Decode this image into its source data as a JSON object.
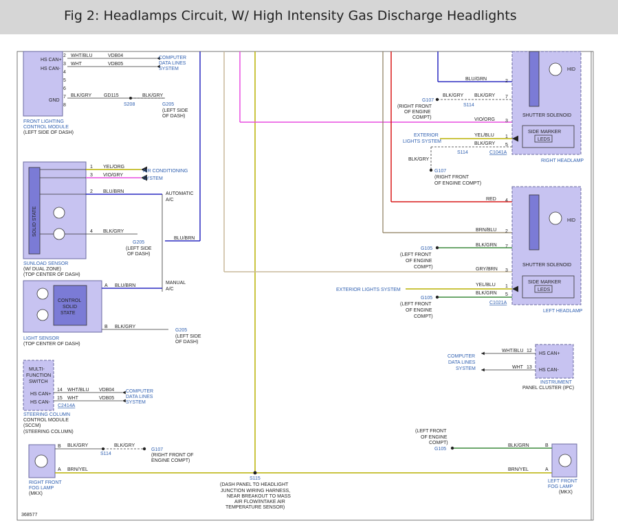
{
  "header": {
    "title": "Fig 2: Headlamps Circuit, W/ High Intensity Gas Discharge Headlights"
  },
  "diagram_id": "368577",
  "colors": {
    "yellow": "#b8b000",
    "pink": "#e84ce0",
    "red": "#d81818",
    "blue": "#2828c0",
    "tan": "#c9b99a",
    "green": "#3c8a3c",
    "module_fill": "#c7c3f1",
    "module_border": "#6a6aa0"
  },
  "flcm": {
    "pins": [
      "WHT/BLU",
      "WHT",
      "BLK/GRY"
    ],
    "pinnums": [
      "2",
      "3",
      "4",
      "5",
      "6",
      "7",
      "8"
    ],
    "vdb04": "VDB04",
    "vdb05": "VDB05",
    "gd115": "GD115",
    "hscanp": "HS CAN+",
    "hscanm": "HS CAN-",
    "gnd": "GND",
    "dest": [
      "COMPUTER",
      "DATA LINES",
      "SYSTEM"
    ],
    "s208": "S208",
    "g205": "G205",
    "g205_loc": [
      "(LEFT SIDE",
      "OF DASH)"
    ],
    "label": [
      "FRONT LIGHTING",
      "CONTROL MODULE",
      "(LEFT SIDE OF DASH)"
    ]
  },
  "sunload": {
    "wires": [
      "YEL/ORG",
      "VIO/GRY",
      "BLU/BRN",
      "BLK/GRY"
    ],
    "pinnums": [
      "1",
      "3",
      "2",
      "4"
    ],
    "ac": "AIR CONDITIONING",
    "system": "SYSTEM",
    "solid": "SOLID STATE",
    "g205": "G205",
    "g205_loc": [
      "(LEFT SIDE",
      "OF DASH)"
    ],
    "label": [
      "SUNLOAD SENSOR",
      "(W/ DUAL ZONE)",
      "(TOP CENTER OF DASH)"
    ]
  },
  "auto_ac": [
    "AUTOMATIC",
    "A/C"
  ],
  "manual_ac": [
    "MANUAL",
    "A/C"
  ],
  "blu_brn": "BLU/BRN",
  "light_sensor": {
    "pin_a": "A",
    "pin_b": "B",
    "wire_a": "BLU/BRN",
    "wire_b": "BLK/GRY",
    "ctrl": [
      "CONTROL",
      "SOLID",
      "STATE"
    ],
    "g205": "G205",
    "g205_loc": [
      "(LEFT SIDE",
      "OF DASH)"
    ],
    "label": [
      "LIGHT SENSOR",
      "(TOP CENTER OF DASH)"
    ]
  },
  "sccm": {
    "switch": [
      "MULTI-",
      "FUNCTION",
      "SWITCH"
    ],
    "pins": [
      "14",
      "15"
    ],
    "wires": [
      "WHT/BLU",
      "WHT"
    ],
    "vdb04": "VDB04",
    "vdb05": "VDB05",
    "hscanp": "HS CAN+",
    "hscanm": "HS CAN-",
    "conn": "C2414A",
    "dest": [
      "COMPUTER",
      "DATA LINES",
      "SYSTEM"
    ],
    "label": [
      "STEERING COLUMN",
      "CONTROL MODULE",
      "(SCCM)",
      "(STEERING COLUMN)"
    ]
  },
  "rhf": {
    "wires": [
      "BLU/GRN",
      "BLK/GRY",
      "VIO/ORG",
      "YEL/BLU",
      "BLK/GRY"
    ],
    "pins": [
      "2",
      "7",
      "3",
      "1",
      "5"
    ],
    "g107": "G107",
    "g107_loc": [
      "(RIGHT FRONT",
      "OF ENGINE",
      "COMPT)"
    ],
    "s114": "S114",
    "blkgry": "BLK/GRY",
    "ext": [
      "EXTERIOR",
      "LIGHTS SYSTEM"
    ],
    "s114b": "S114",
    "blkgry2": "BLK/GRY",
    "g107b": "G107",
    "g107b_loc": [
      "(RIGHT FRONT",
      "OF ENGINE COMPT)"
    ],
    "hid": "HID",
    "shutter": "SHUTTER SOLENOID",
    "side_marker": "SIDE MARKER",
    "leds": "LEDS",
    "conn": "C1041A",
    "label": "RIGHT HEADLAMP"
  },
  "lhf": {
    "wires": [
      "RED",
      "BRN/BLU",
      "BLK/GRN",
      "GRY/BRN",
      "YEL/BLU",
      "BLK/GRN"
    ],
    "pins": [
      "4",
      "2",
      "7",
      "3",
      "1",
      "5"
    ],
    "g105": "G105",
    "g105_loc": [
      "(LEFT FRONT",
      "OF ENGINE",
      "COMPT)"
    ],
    "ext": "EXTERIOR LIGHTS SYSTEM",
    "g105b": "G105",
    "g105b_loc": [
      "(LEFT FRONT",
      "OF ENGINE",
      "COMPT)"
    ],
    "hid": "HID",
    "shutter": "SHUTTER SOLENOID",
    "side_marker": "SIDE MARKER",
    "leds": "LEDS",
    "conn": "C1021A",
    "label": "LEFT HEADLAMP"
  },
  "ipc": {
    "wires": [
      "WHT/BLU",
      "WHT"
    ],
    "pins": [
      "12",
      "13"
    ],
    "hscanp": "HS CAN+",
    "hscanm": "HS CAN-",
    "dest": [
      "COMPUTER",
      "DATA LINES",
      "SYSTEM"
    ],
    "label": [
      "INSTRUMENT",
      "PANEL CLUSTER (IPC)"
    ]
  },
  "rfog": {
    "pin_b": "B",
    "pin_a": "A",
    "wire_b": "BLK/GRY",
    "wire_a": "BRN/YEL",
    "s114": "S114",
    "blkgry": "BLK/GRY",
    "g107": "G107",
    "g107_loc": [
      "(RIGHT FRONT OF",
      "ENGINE COMPT)"
    ],
    "label": [
      "RIGHT FRONT",
      "FOG LAMP",
      "(MKX)"
    ]
  },
  "lfog": {
    "pin_b": "B",
    "pin_a": "A",
    "wire_b": "BLK/GRN",
    "wire_a": "BRN/YEL",
    "g105": "G105",
    "g105_loc": [
      "(LEFT FRONT",
      "OF ENGINE",
      "COMPT)"
    ],
    "label": [
      "LEFT FRONT",
      "FOG LAMP",
      "(MKX)"
    ]
  },
  "s115": {
    "name": "S115",
    "desc": [
      "(DASH PANEL TO HEADLIGHT",
      "JUNCTION WIRING HARNESS,",
      "NEAR BREAKOUT TO MASS",
      "AIR FLOW/INTAKE AIR",
      "TEMPERATURE SENSOR)"
    ]
  }
}
